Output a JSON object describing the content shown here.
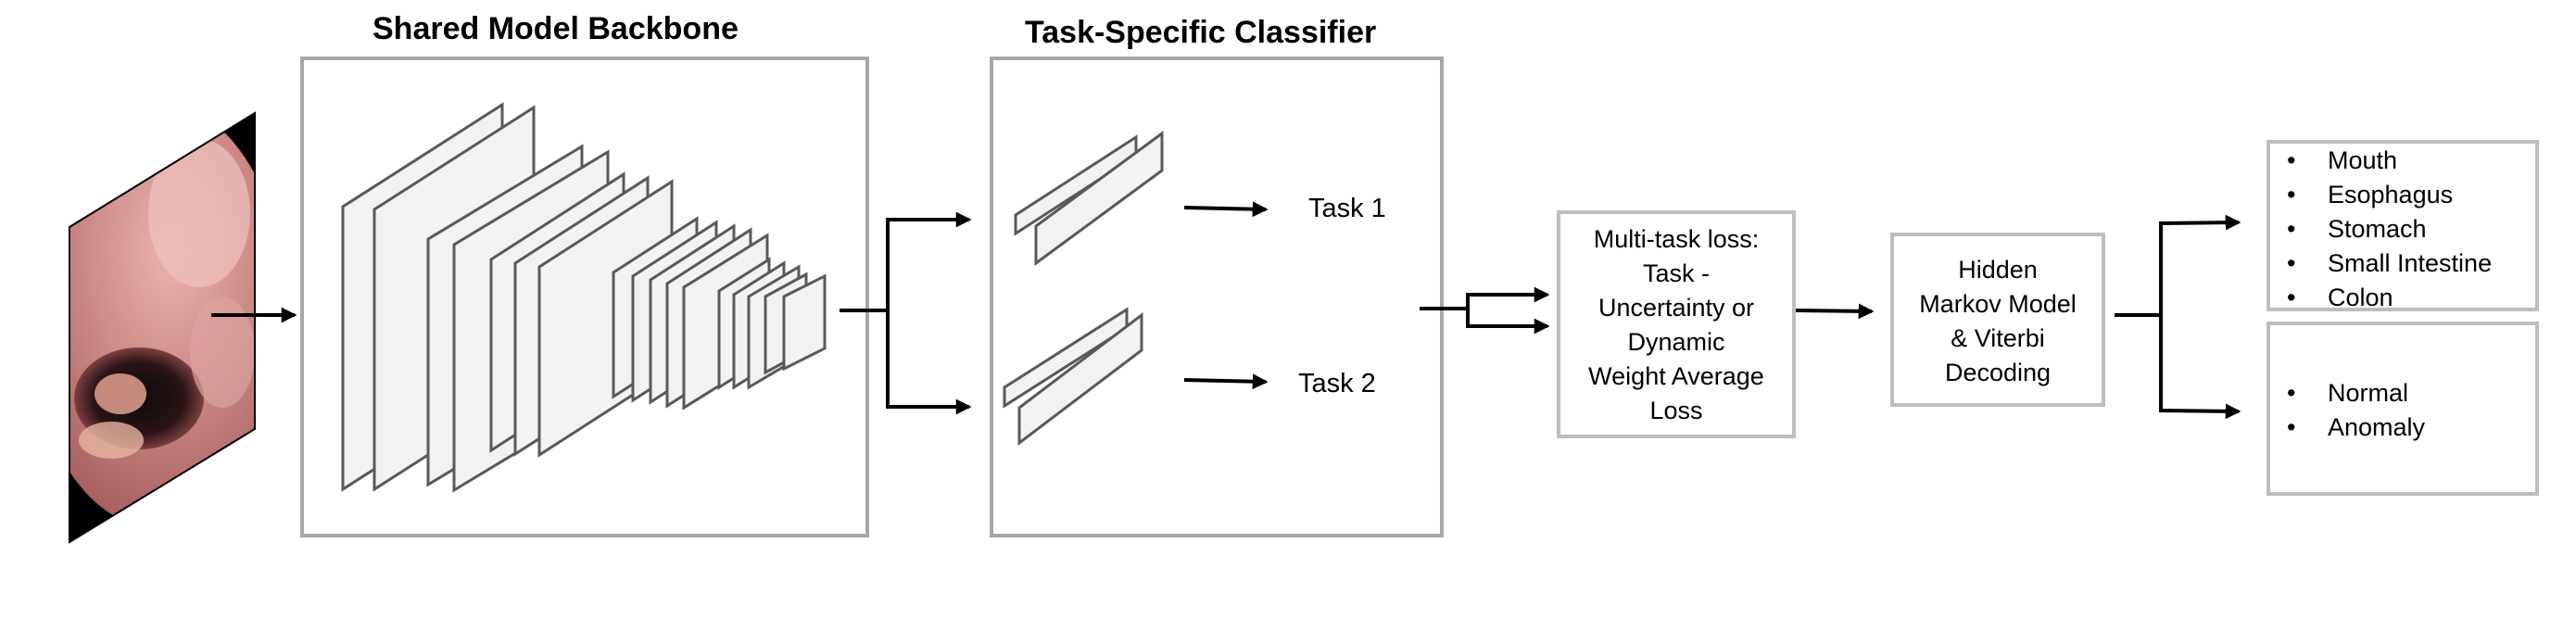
{
  "backbone": {
    "title": "Shared Model Backbone"
  },
  "classifier": {
    "title": "Task-Specific Classifier",
    "tasks": [
      {
        "label": "Task 1"
      },
      {
        "label": "Task 2"
      }
    ]
  },
  "loss_box": {
    "lines": [
      "Multi-task loss:",
      "Task -",
      "Uncertainty or",
      "Dynamic",
      "Weight Average",
      "Loss"
    ]
  },
  "hmm_box": {
    "lines": [
      "Hidden",
      "Markov Model",
      "& Viterbi",
      "Decoding"
    ]
  },
  "outputs": {
    "anatomy": [
      "Mouth",
      "Esophagus",
      "Stomach",
      "Small Intestine",
      "Colon"
    ],
    "condition": [
      "Normal",
      "Anomaly"
    ]
  },
  "colors": {
    "box_border": "#bdbdbd",
    "frame_border": "#a6a6a6",
    "layer_fill": "#f2f2f2",
    "layer_stroke": "#595959",
    "arrow": "#000000",
    "tissue": "#c98585"
  },
  "icons": {
    "input_image": "endoscopy-frame-image"
  }
}
